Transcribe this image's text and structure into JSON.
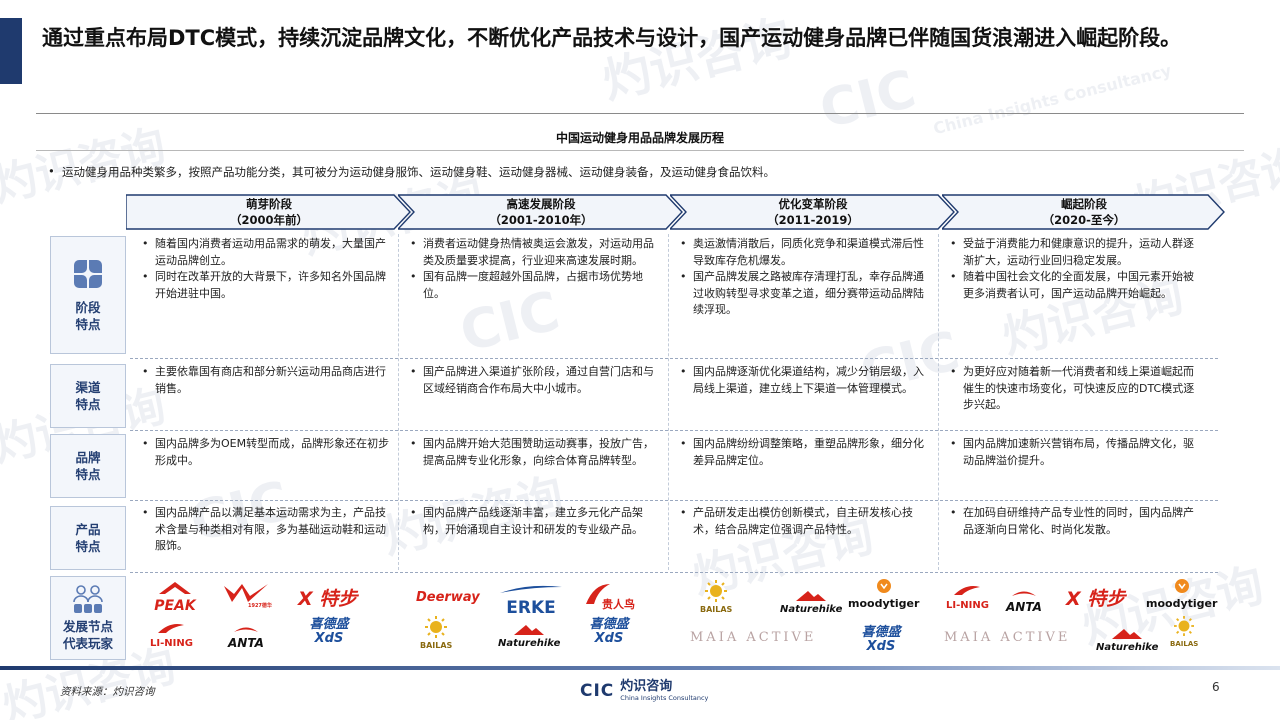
{
  "header": {
    "title": "通过重点布局DTC模式，持续沉淀品牌文化，不断优化产品技术与设计，国产运动健身品牌已伴随国货浪潮进入崛起阶段。"
  },
  "section_title": "中国运动健身用品品牌发展历程",
  "intro": "运动健身用品种类繁多，按照产品功能分类，其可被分为运动健身服饰、运动健身鞋、运动健身器械、运动健身装备，及运动健身食品饮料。",
  "phases": [
    {
      "name": "萌芽阶段",
      "period": "（2000年前）"
    },
    {
      "name": "高速发展阶段",
      "period": "（2001-2010年）"
    },
    {
      "name": "优化变革阶段",
      "period": "（2011-2019）"
    },
    {
      "name": "崛起阶段",
      "period": "（2020-至今）"
    }
  ],
  "rows": [
    {
      "label_l1": "阶段",
      "label_l2": "特点",
      "cells": [
        [
          "随着国内消费者运动用品需求的萌发，大量国产运动品牌创立。",
          "同时在改革开放的大背景下，许多知名外国品牌开始进驻中国。"
        ],
        [
          "消费者运动健身热情被奥运会激发，对运动用品类及质量要求提高，行业迎来高速发展时期。",
          "国有品牌一度超越外国品牌，占据市场优势地位。"
        ],
        [
          "奥运激情消散后，同质化竞争和渠道模式滞后性导致库存危机爆发。",
          "国产品牌发展之路被库存清理打乱，幸存品牌通过收购转型寻求变革之道，细分赛带运动品牌陆续浮现。"
        ],
        [
          "受益于消费能力和健康意识的提升，运动人群逐渐扩大，运动行业回归稳定发展。",
          "随着中国社会文化的全面发展，中国元素开始被更多消费者认可，国产运动品牌开始崛起。"
        ]
      ]
    },
    {
      "label_l1": "渠道",
      "label_l2": "特点",
      "cells": [
        [
          "主要依靠国有商店和部分新兴运动用品商店进行销售。"
        ],
        [
          "国产品牌进入渠道扩张阶段，通过自营门店和与区域经销商合作布局大中小城市。"
        ],
        [
          "国内品牌逐渐优化渠道结构，减少分销层级，入局线上渠道，建立线上下渠道一体管理模式。"
        ],
        [
          "为更好应对随着新一代消费者和线上渠道崛起而催生的快速市场变化，可快速反应的DTC模式逐步兴起。"
        ]
      ]
    },
    {
      "label_l1": "品牌",
      "label_l2": "特点",
      "cells": [
        [
          "国内品牌多为OEM转型而成，品牌形象还在初步形成中。"
        ],
        [
          "国内品牌开始大范围赞助运动赛事，投放广告，提高品牌专业化形象，向综合体育品牌转型。"
        ],
        [
          "国内品牌纷纷调整策略，重塑品牌形象，细分化差异品牌定位。"
        ],
        [
          "国内品牌加速新兴营销布局，传播品牌文化，驱动品牌溢价提升。"
        ]
      ]
    },
    {
      "label_l1": "产品",
      "label_l2": "特点",
      "cells": [
        [
          "国内品牌产品以满足基本运动需求为主，产品技术含量与种类相对有限，多为基础运动鞋和运动服饰。"
        ],
        [
          "国内品牌产品线逐渐丰富，建立多元化产品架构，开始涌现自主设计和研发的专业级产品。"
        ],
        [
          "产品研发走出模仿创新模式，自主研发核心技术，结合品牌定位强调产品特性。"
        ],
        [
          "在加码自研维持产品专业性的同时，国内品牌产品逐渐向日常化、时尚化发散。"
        ]
      ]
    }
  ],
  "players_row": {
    "label_l1": "发展节点",
    "label_l2": "代表玩家",
    "logos": {
      "phase1": [
        "PEAK",
        "1927德华",
        "X 特步",
        "LI-NING",
        "ANTA",
        "喜德盛 XdS"
      ],
      "phase2": [
        "Deerway",
        "ERKE",
        "贵人鸟",
        "BAILAS",
        "Naturehike",
        "喜德盛 XdS"
      ],
      "phase3": [
        "BAILAS",
        "Naturehike",
        "moodytiger",
        "MAIA ACTIVE",
        "喜德盛 XdS"
      ],
      "phase4": [
        "LI-NING",
        "ANTA",
        "X 特步",
        "moodytiger",
        "MAIA ACTIVE",
        "Naturehike",
        "BAILAS"
      ]
    }
  },
  "footer": {
    "source": "资料来源：灼识咨询",
    "logo_mark": "CIC",
    "logo_cn": "灼识咨询",
    "logo_en": "China Insights Consultancy",
    "page_number": "6"
  },
  "watermark": {
    "mark": "CIC",
    "cn": "灼识咨询",
    "en": "China Insights Consultancy"
  },
  "colors": {
    "navy": "#1f3a6e",
    "red": "#d7231a",
    "blue": "#1d4f9c",
    "arrow_fill": "#f2f5fa",
    "arrow_stroke": "#1f3a6e"
  }
}
